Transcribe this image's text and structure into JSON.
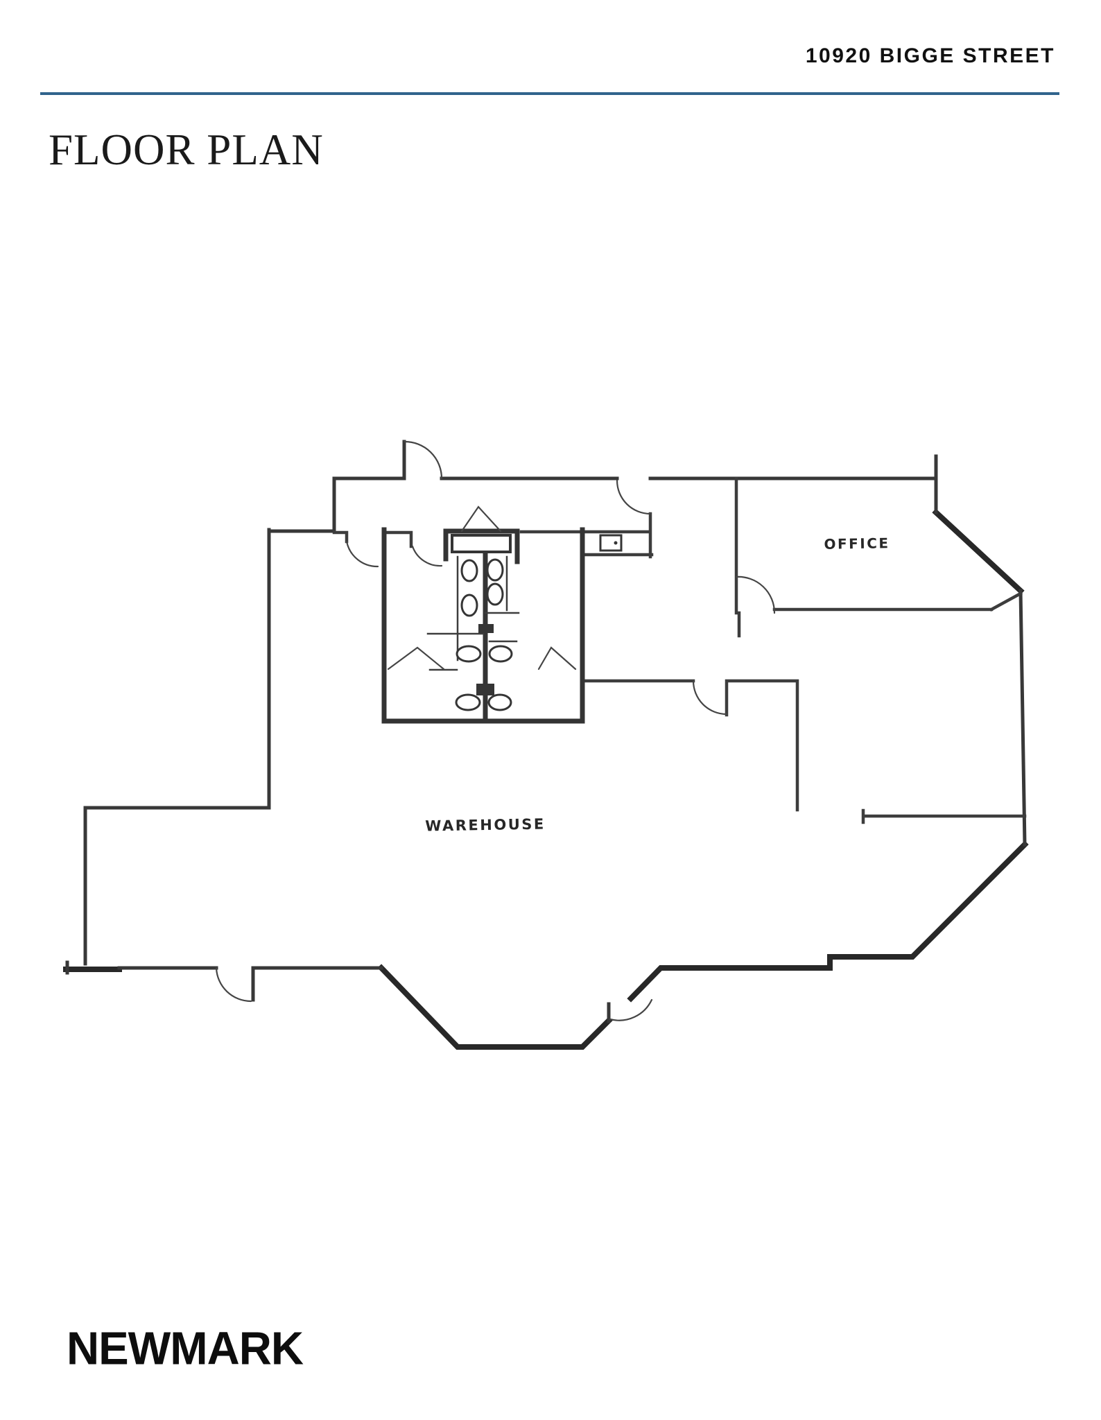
{
  "header": {
    "address": "10920 BIGGE STREET"
  },
  "title": "FLOOR PLAN",
  "plan": {
    "labels": {
      "office": "OFFICE",
      "warehouse": "WAREHOUSE"
    }
  },
  "footer": {
    "brand": "NEWMARK"
  },
  "colors": {
    "divider_blue": "#31648c",
    "drawing_ink": "#2b2b2b",
    "text_ink": "#111111",
    "paper": "#ffffff"
  }
}
